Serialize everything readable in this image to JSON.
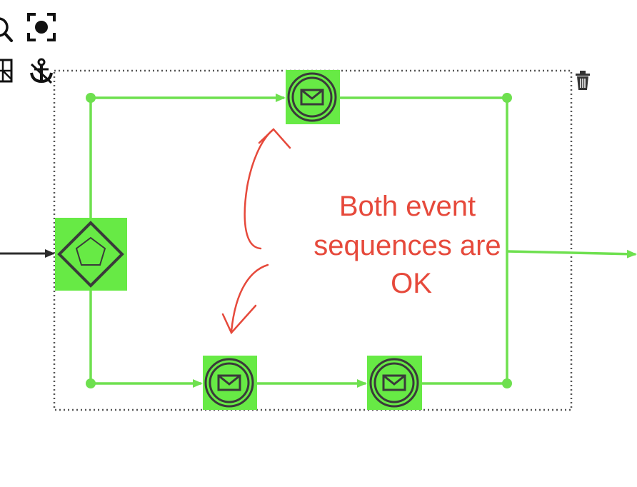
{
  "diagram": {
    "annotation": {
      "lines": [
        "Both event",
        "sequences are",
        "OK"
      ]
    },
    "colors": {
      "highlight": "#67ea45",
      "flow": "#6ee04f",
      "annotation": "#e6493b",
      "icon": "#3a3a3a",
      "incoming_flow": "#2c2c2c",
      "selection_border": "#555555"
    },
    "nodes": {
      "gateway": "event-based-gateway",
      "events": [
        "intermediate-catch-message-event",
        "intermediate-catch-message-event",
        "intermediate-catch-message-event"
      ]
    }
  },
  "toolbar": {
    "icons": [
      "zoom-icon",
      "focus-icon",
      "grid-icon",
      "anchor-icon"
    ]
  },
  "selection": {
    "delete_icon": "trash-icon"
  }
}
